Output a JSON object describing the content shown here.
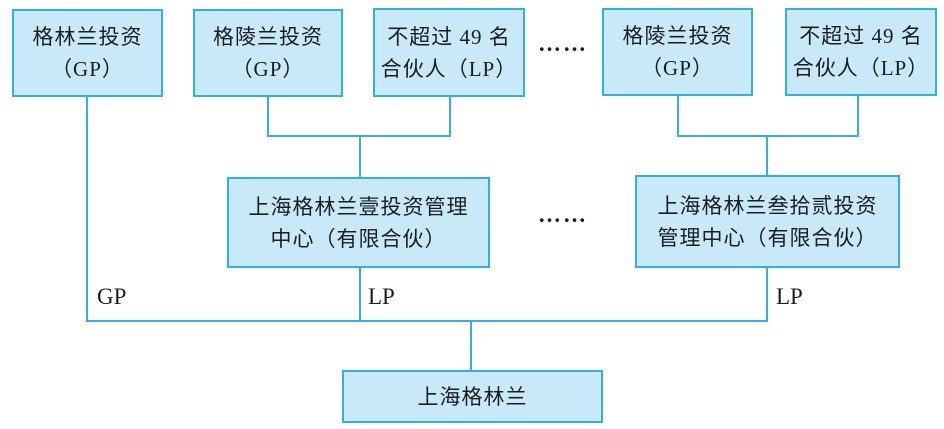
{
  "colors": {
    "box_fill": "#c8eaf8",
    "box_border": "#35b0de",
    "connector": "#35b0de",
    "text": "#1d1d1f",
    "background": "#ffffff"
  },
  "boxes": {
    "gelinlan_gp": {
      "line1": "格林兰投资",
      "line2": "（GP）"
    },
    "gelinglan_gp_left": {
      "line1": "格陵兰投资",
      "line2": "（GP）"
    },
    "lp49_left": {
      "line1": "不超过 49 名",
      "line2": "合伙人（LP）"
    },
    "gelinglan_gp_right": {
      "line1": "格陵兰投资",
      "line2": "（GP）"
    },
    "lp49_right": {
      "line1": "不超过 49 名",
      "line2": "合伙人（LP）"
    },
    "mgmt_center_1": {
      "line1": "上海格林兰壹投资管理",
      "line2": "中心（有限合伙）"
    },
    "mgmt_center_32": {
      "line1": "上海格林兰叁拾贰投资",
      "line2": "管理中心（有限合伙）"
    },
    "shanghai_greenland": {
      "line1": "上海格林兰"
    }
  },
  "labels": {
    "gp": "GP",
    "lp_middle": "LP",
    "lp_right": "LP",
    "ellipsis_top": "……",
    "ellipsis_middle": "……"
  }
}
